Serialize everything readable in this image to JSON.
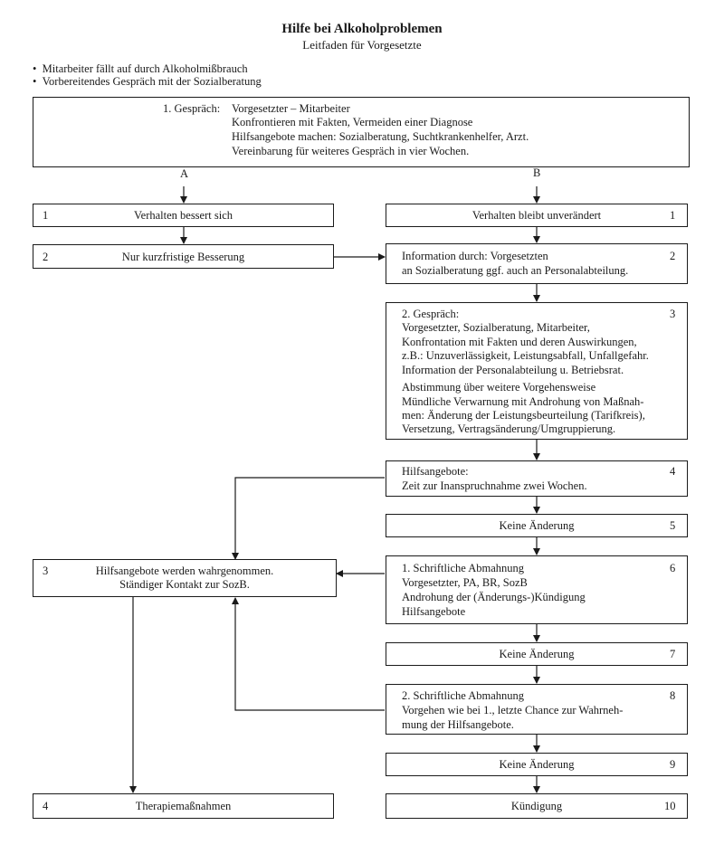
{
  "header": {
    "title": "Hilfe bei Alkoholproblemen",
    "subtitle": "Leitfaden für Vorgesetzte"
  },
  "bullets": [
    "Mitarbeiter fällt auf durch Alkoholmißbrauch",
    "Vorbereitendes Gespräch mit der Sozialberatung"
  ],
  "top_box": {
    "label": "1. Gespräch:",
    "lines": [
      "Vorgesetzter – Mitarbeiter",
      "Konfrontieren mit Fakten, Vermeiden einer Diagnose",
      "Hilfsangebote machen: Sozialberatung, Suchtkrankenhelfer, Arzt.",
      "Vereinbarung für weiteres Gespräch in vier Wochen."
    ],
    "branch_a": "A",
    "branch_b": "B"
  },
  "left": {
    "l1": {
      "num": "1",
      "text": "Verhalten bessert sich"
    },
    "l2": {
      "num": "2",
      "text": "Nur kurzfristige Besserung"
    },
    "l3": {
      "num": "3",
      "line1": "Hilfsangebote werden wahrgenommen.",
      "line2": "Ständiger Kontakt zur SozB."
    },
    "l4": {
      "num": "4",
      "text": "Therapiemaßnahmen"
    }
  },
  "right": {
    "r1": {
      "num": "1",
      "text": "Verhalten bleibt unverändert"
    },
    "r2": {
      "num": "2",
      "line1": "Information durch:  Vorgesetzten",
      "line2": "an Sozialberatung ggf. auch an Personalabteilung."
    },
    "r3": {
      "num": "3",
      "lines": [
        "2. Gespräch:",
        "Vorgesetzter, Sozialberatung, Mitarbeiter,",
        "Konfrontation mit Fakten und deren Auswirkungen,",
        "z.B.: Unzuverlässigkeit, Leistungsabfall, Unfallgefahr.",
        "Information der Personalabteilung u. Betriebsrat.",
        "Abstimmung über weitere Vorgehensweise",
        "Mündliche Verwarnung mit Androhung von Maßnah-",
        "men: Änderung der Leistungsbeurteilung (Tarifkreis),",
        "Versetzung, Vertragsänderung/Umgruppierung."
      ]
    },
    "r4": {
      "num": "4",
      "line1": "Hilfsangebote:",
      "line2": "Zeit zur Inanspruchnahme zwei Wochen."
    },
    "r5": {
      "num": "5",
      "text": "Keine Änderung"
    },
    "r6": {
      "num": "6",
      "lines": [
        "1. Schriftliche Abmahnung",
        "Vorgesetzter, PA, BR, SozB",
        "Androhung der (Änderungs-)Kündigung",
        "Hilfsangebote"
      ]
    },
    "r7": {
      "num": "7",
      "text": "Keine Änderung"
    },
    "r8": {
      "num": "8",
      "lines": [
        "2. Schriftliche Abmahnung",
        "Vorgehen wie bei 1., letzte Chance zur Wahrneh-",
        "mung der Hilfsangebote."
      ]
    },
    "r9": {
      "num": "9",
      "text": "Keine Änderung"
    },
    "r10": {
      "num": "10",
      "text": "Kündigung"
    }
  }
}
